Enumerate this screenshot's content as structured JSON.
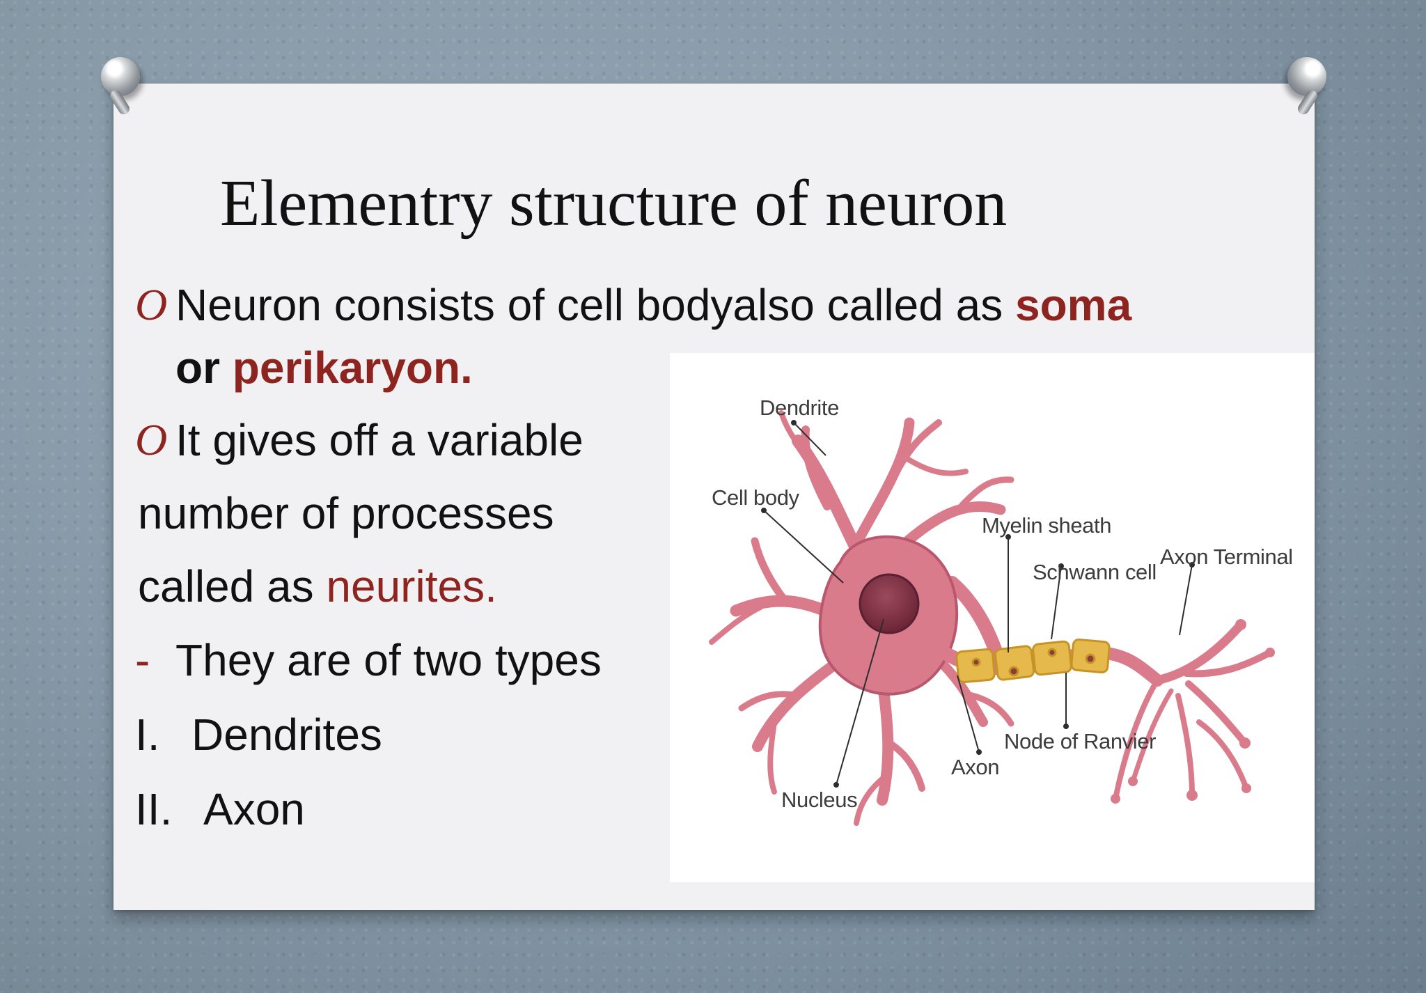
{
  "slide": {
    "title": "Elementry structure of neuron",
    "points": [
      {
        "marker": "O",
        "lines": [
          {
            "parts": [
              {
                "text": "Neuron consists of cell bodyalso called as ",
                "style": "normal"
              },
              {
                "text": "soma",
                "style": "accent-bold"
              }
            ]
          },
          {
            "parts": [
              {
                "text": "or ",
                "style": "bold"
              },
              {
                "text": "perikaryon.",
                "style": "accent-bold"
              }
            ]
          }
        ]
      },
      {
        "marker": "O",
        "lines": [
          {
            "parts": [
              {
                "text": "It gives off a variable",
                "style": "normal"
              }
            ]
          },
          {
            "parts": [
              {
                "text": " number of processes",
                "style": "normal"
              }
            ]
          },
          {
            "parts": [
              {
                "text": " called as ",
                "style": "normal"
              },
              {
                "text": "neurites.",
                "style": "accent"
              }
            ]
          }
        ]
      }
    ],
    "dash_item": "They are of two types",
    "types": [
      {
        "number": "I.",
        "label": "Dendrites"
      },
      {
        "number": "II.",
        "label": "Axon"
      }
    ]
  },
  "diagram": {
    "labels": {
      "dendrite": "Dendrite",
      "cell_body": "Cell body",
      "myelin_sheath": "Myelin sheath",
      "schwann_cell": "Schwann cell",
      "axon_terminal": "Axon Terminal",
      "node_of_ranvier": "Node of Ranvier",
      "axon": "Axon",
      "nucleus": "Nucleus"
    },
    "colors": {
      "neuron": "#d97b8b",
      "nucleus": "#7b3142",
      "myelin": "#e5b94c",
      "text": "#3c3c3c",
      "accent": "#8e241f"
    }
  }
}
